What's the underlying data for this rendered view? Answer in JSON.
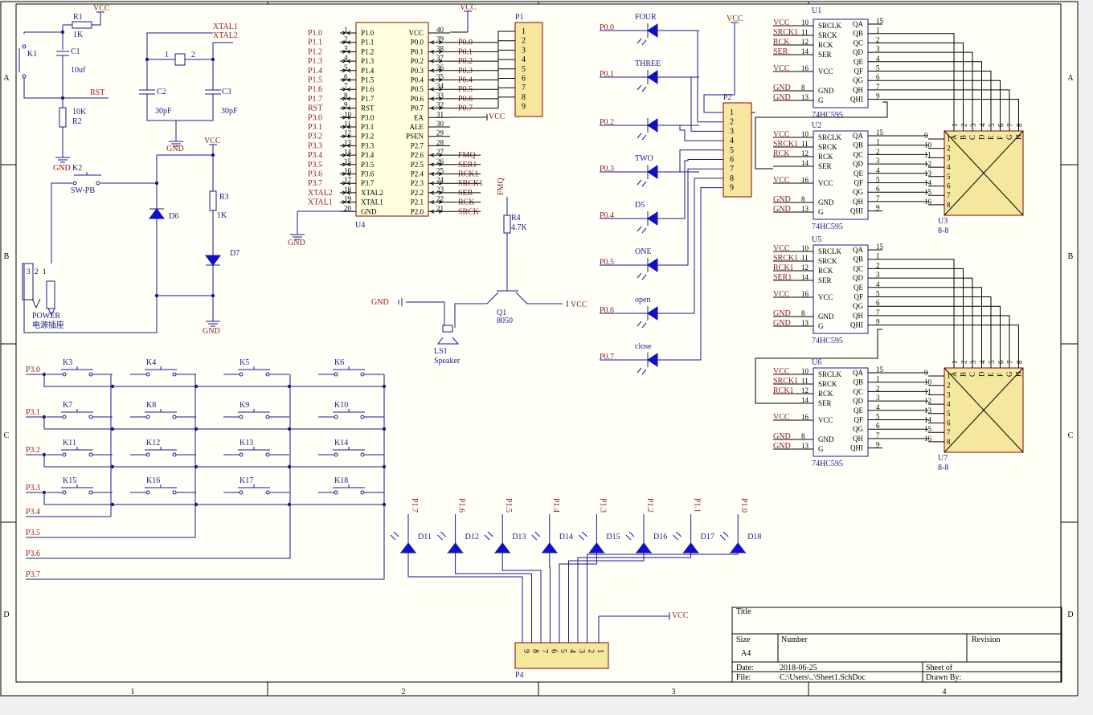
{
  "zones": {
    "columns": [
      "1",
      "2",
      "3",
      "4"
    ],
    "rows": [
      "A",
      "B",
      "C",
      "D"
    ]
  },
  "power": {
    "k1": "K1",
    "r1": "R1",
    "r1_value": "1K",
    "c1": "C1",
    "c1_value": "10uf",
    "rst": "RST",
    "r2": "R2",
    "r2_value": "10K",
    "gnd": "GND",
    "vcc": "VCC",
    "k2": "K2",
    "k2_type": "SW-PB",
    "d6": "D6",
    "r3": "R3",
    "r3_value": "1K",
    "d7": "D7",
    "power_label": "POWER",
    "power_cn": "电源插座",
    "jack_pins": [
      "3",
      "2",
      "1"
    ]
  },
  "crystal": {
    "xtal1": "XTAL1",
    "xtal2": "XTAL2",
    "c2": "C2",
    "c3": "C3",
    "c2_value": "30pF",
    "c3_value": "30pF",
    "pin1": "1",
    "pin2": "2"
  },
  "mcu": {
    "ref": "U4",
    "left_nets": [
      "P1.0",
      "P1.1",
      "P1.2",
      "P1.3",
      "P1.4",
      "P1.5",
      "P1.6",
      "P1.7",
      "RST",
      "P3.0",
      "P3.1",
      "P3.2",
      "P3.3",
      "P3.4",
      "P3.5",
      "P3.6",
      "P3.7",
      "XTAL2",
      "XTAL1"
    ],
    "left_pins": [
      "P1.0",
      "P1.1",
      "P1.2",
      "P1.3",
      "P1.4",
      "P1.5",
      "P1.6",
      "P1.7",
      "RST",
      "P3.0",
      "P3.1",
      "P3.2",
      "P3.3",
      "P3.4",
      "P3.5",
      "P3.6",
      "P3.7",
      "XTAL2",
      "XTAL1",
      "GND"
    ],
    "left_nums": [
      "1",
      "2",
      "3",
      "4",
      "5",
      "6",
      "7",
      "8",
      "9",
      "10",
      "11",
      "12",
      "13",
      "14",
      "15",
      "16",
      "17",
      "18",
      "19",
      "20"
    ],
    "right_pins": [
      "VCC",
      "P0.0",
      "P0.1",
      "P0.2",
      "P0.3",
      "P0.4",
      "P0.5",
      "P0.6",
      "P0.7",
      "EA",
      "ALE",
      "PSEN",
      "P2.7",
      "P2.6",
      "P2.5",
      "P2.4",
      "P2.3",
      "P2.2",
      "P2.1",
      "P2.0"
    ],
    "right_nums": [
      "40",
      "39",
      "38",
      "37",
      "36",
      "35",
      "34",
      "33",
      "32",
      "31",
      "30",
      "29",
      "28",
      "27",
      "26",
      "25",
      "24",
      "23",
      "22",
      "21"
    ],
    "right_nets": [
      "",
      "P0.0",
      "P0.1",
      "P0.2",
      "P0.3",
      "P0.4",
      "P0.5",
      "P0.6",
      "P0.7",
      "VCC",
      "",
      "",
      "",
      "FMQ",
      "SER1",
      "RCK1",
      "SRCK1",
      "SER",
      "RCK",
      "SRCK"
    ],
    "gnd": "GND",
    "vcc": "VCC"
  },
  "p1": {
    "ref": "P1",
    "pins": [
      "1",
      "2",
      "3",
      "4",
      "5",
      "6",
      "7",
      "8",
      "9"
    ]
  },
  "buzzer": {
    "fmq": "FMQ",
    "r4": "R4",
    "r4_value": "4.7K",
    "q1": "Q1",
    "q1_type": "8050",
    "gnd": "GND",
    "vcc": "VCC",
    "ls1": "LS1",
    "ls1_type": "Speaker"
  },
  "leds_mid": {
    "nets": [
      "P0.0",
      "P0.1",
      "P0.2",
      "P0.3",
      "P0.4",
      "P0.5",
      "P0.6",
      "P0.7"
    ],
    "names": [
      "FOUR",
      "THREE",
      "",
      "TWO",
      "D5",
      "ONE",
      "open",
      "close"
    ],
    "vcc": "VCC"
  },
  "p2": {
    "ref": "P2",
    "pins": [
      "1",
      "2",
      "3",
      "4",
      "5",
      "6",
      "7",
      "8",
      "9"
    ]
  },
  "shift_regs": [
    {
      "ref": "U1",
      "type": "74HC595",
      "in_nets": [
        "VCC",
        "SRCK1",
        "RCK",
        "SER",
        "VCC",
        "GND",
        "GND"
      ],
      "in_nums": [
        "10",
        "11",
        "12",
        "14",
        "16",
        "8",
        "13"
      ]
    },
    {
      "ref": "U2",
      "type": "74HC595",
      "in_nets": [
        "VCC",
        "SRCK1",
        "RCK",
        "",
        "VCC",
        "GND",
        "GND"
      ],
      "in_nums": [
        "10",
        "11",
        "12",
        "14",
        "16",
        "8",
        "13"
      ]
    },
    {
      "ref": "U5",
      "type": "74HC595",
      "in_nets": [
        "VCC",
        "SRCK1",
        "RCK1",
        "SER1",
        "VCC",
        "GND",
        "GND"
      ],
      "in_nums": [
        "10",
        "11",
        "12",
        "14",
        "16",
        "8",
        "13"
      ]
    },
    {
      "ref": "U6",
      "type": "74HC595",
      "in_nets": [
        "VCC",
        "SRCK1",
        "RCK1",
        "",
        "VCC",
        "GND",
        "GND"
      ],
      "in_nums": [
        "10",
        "11",
        "12",
        "14",
        "16",
        "8",
        "13"
      ]
    }
  ],
  "sr_left_pins": [
    "SRCLK",
    "SRCK",
    "RCK",
    "SER",
    "VCC",
    "GND",
    "G"
  ],
  "sr_right_pins": [
    "QA",
    "QB",
    "QC",
    "QD",
    "QE",
    "QF",
    "QG",
    "QH",
    "QHI"
  ],
  "sr_right_nums": [
    "15",
    "1",
    "2",
    "3",
    "4",
    "5",
    "6",
    "7",
    "9"
  ],
  "matrices": [
    {
      "ref": "U3",
      "type": "8-8"
    },
    {
      "ref": "U7",
      "type": "8-8"
    }
  ],
  "matrix_cols": [
    "A",
    "B",
    "C",
    "D",
    "E",
    "F",
    "G",
    "H"
  ],
  "matrix_top_nums": [
    "1",
    "2",
    "3",
    "4",
    "5",
    "6",
    "7",
    "8"
  ],
  "matrix_rows": [
    "1",
    "2",
    "3",
    "4",
    "5",
    "6",
    "7",
    "8"
  ],
  "matrix_row_nets": [
    "9",
    "10",
    "11",
    "12",
    "13",
    "14",
    "15",
    "16"
  ],
  "keypad": {
    "row_nets": [
      "P3.0",
      "P3.1",
      "P3.2",
      "P3.3"
    ],
    "col_nets": [
      "P3.4",
      "P3.5",
      "P3.6",
      "P3.7"
    ],
    "keys": [
      "K3",
      "K4",
      "K5",
      "K6",
      "K7",
      "K8",
      "K9",
      "K10",
      "K11",
      "K12",
      "K13",
      "K14",
      "K15",
      "K16",
      "K17",
      "K18"
    ]
  },
  "leds_bottom": {
    "nets": [
      "P1.7",
      "P1.6",
      "P1.5",
      "P1.4",
      "P1.3",
      "P1.2",
      "P1.1",
      "P1.0"
    ],
    "names": [
      "D11",
      "D12",
      "D13",
      "D14",
      "D15",
      "D16",
      "D17",
      "D18"
    ],
    "vcc": "VCC"
  },
  "p4": {
    "ref": "P4",
    "pins": [
      "9",
      "8",
      "7",
      "6",
      "5",
      "4",
      "3",
      "2",
      "1"
    ]
  },
  "title_block": {
    "title": "Title",
    "size": "Size",
    "size_value": "A4",
    "number": "Number",
    "revision": "Revision",
    "date": "Date:",
    "date_value": "2018-06-25",
    "sheet": "Sheet    of",
    "file": "File:",
    "file_value": "C:\\Users\\..\\Sheet1.SchDoc",
    "drawn_by": "Drawn By:"
  }
}
